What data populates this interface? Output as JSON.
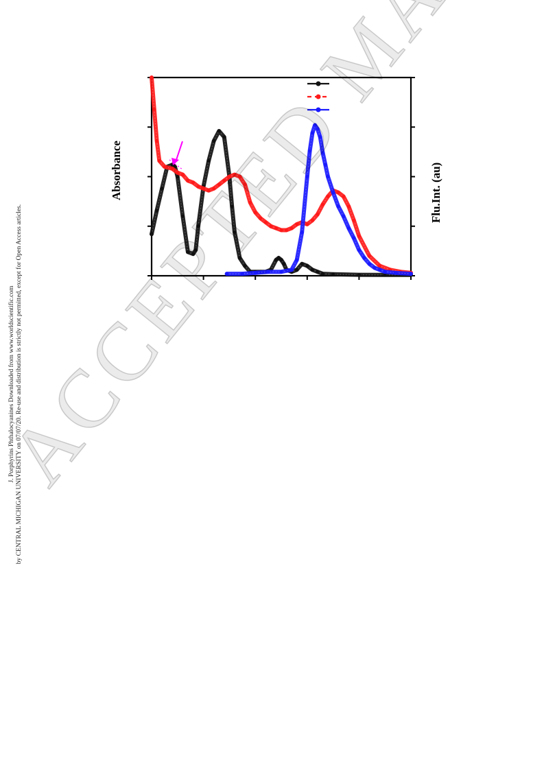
{
  "side_note": {
    "line1": "J. Porphyrins Phthalocyanines Downloaded from www.worldscientific.com",
    "line2": "by CENTRAL MICHIGAN UNIVERSITY on 07/07/20. Re-use and distribution is strictly not permitted, except for Open Access articles."
  },
  "watermark": "ACCEPTED MANUSCRIPT",
  "chart_data": {
    "type": "line",
    "xlabel": "",
    "ylabel": "Absorbance",
    "ylabel_right": "Flu.Int. (au)",
    "xlim": [
      0,
      100
    ],
    "ylim": [
      0,
      100
    ],
    "legend_position": "top-right",
    "grid": false,
    "colors": {
      "black": "#111111",
      "red": "#ff1a1a",
      "blue": "#1a1aff",
      "arrow": "#ff00ff"
    },
    "series": [
      {
        "color": "#111111",
        "x": [
          0,
          2,
          4,
          6,
          8,
          9,
          10,
          12,
          14,
          16,
          17,
          18,
          20,
          22,
          24,
          26,
          28,
          30,
          31,
          32,
          34,
          36,
          38,
          40,
          42,
          44,
          46,
          48,
          49,
          50,
          51,
          52,
          54,
          56,
          58,
          60,
          62,
          64,
          66,
          70,
          80,
          90,
          100
        ],
        "y": [
          21,
          33,
          44,
          55,
          56,
          55,
          50,
          30,
          12,
          11,
          13,
          25,
          45,
          58,
          68,
          73,
          70,
          50,
          35,
          22,
          9,
          5,
          2,
          2,
          2,
          2,
          3,
          8,
          9,
          8,
          6,
          3,
          2,
          3,
          6,
          5,
          3,
          2,
          1,
          0.8,
          0.5,
          0.4,
          0.4
        ]
      },
      {
        "color": "#ff1a1a",
        "x": [
          0,
          1,
          2,
          3,
          5,
          8,
          10,
          12,
          14,
          16,
          18,
          20,
          22,
          24,
          26,
          28,
          30,
          32,
          34,
          36,
          38,
          40,
          42,
          44,
          46,
          48,
          50,
          52,
          54,
          56,
          58,
          60,
          62,
          64,
          66,
          68,
          70,
          72,
          74,
          76,
          78,
          80,
          84,
          88,
          92,
          96,
          100
        ],
        "y": [
          100,
          84,
          68,
          58,
          55,
          54,
          52,
          51,
          48,
          47,
          45,
          44,
          43,
          44,
          46,
          48,
          50,
          51,
          50,
          46,
          37,
          32,
          29,
          27,
          25,
          24,
          23,
          23,
          24,
          26,
          27,
          26,
          28,
          31,
          36,
          40,
          43,
          42,
          40,
          35,
          28,
          20,
          10,
          5,
          3,
          2,
          1.5
        ]
      },
      {
        "color": "#1a1aff",
        "x": [
          29,
          35,
          40,
          45,
          50,
          54,
          56,
          58,
          60,
          61,
          62,
          63,
          64,
          65,
          66,
          67,
          68,
          70,
          72,
          74,
          76,
          78,
          80,
          82,
          84,
          86,
          88,
          90,
          94,
          100
        ],
        "y": [
          1,
          1,
          1.5,
          2,
          2,
          3,
          8,
          22,
          50,
          63,
          72,
          76,
          74,
          70,
          62,
          56,
          50,
          42,
          35,
          30,
          24,
          19,
          13,
          9,
          6,
          4,
          3,
          2,
          1.5,
          1
        ]
      }
    ]
  }
}
